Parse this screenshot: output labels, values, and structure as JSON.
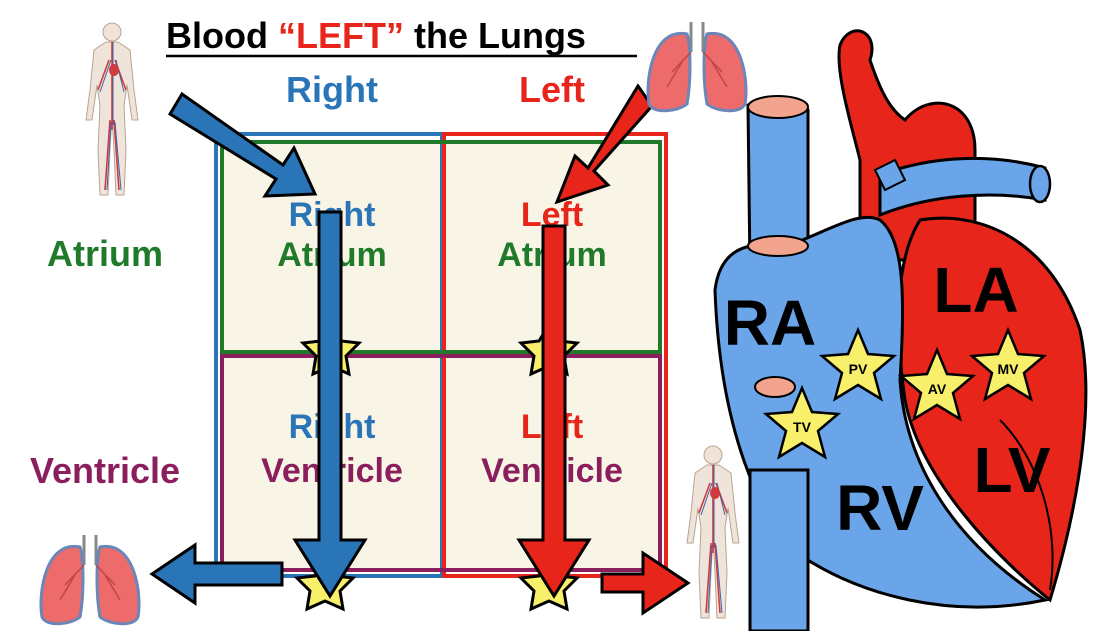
{
  "title": {
    "part1": "Blood ",
    "part2": "“LEFT”",
    "part3": " the Lungs"
  },
  "columns": {
    "right": "Right",
    "left": "Left"
  },
  "rows": {
    "atrium": "Atrium",
    "ventricle": "Ventricle"
  },
  "cells": {
    "right_atrium": [
      "Right",
      "Atrium"
    ],
    "left_atrium": [
      "Left",
      "Atrium"
    ],
    "right_ventricle": [
      "Right",
      "Ventricle"
    ],
    "left_ventricle": [
      "Left",
      "Ventricle"
    ]
  },
  "heart": {
    "chambers": {
      "ra": "RA",
      "la": "LA",
      "rv": "RV",
      "lv": "LV"
    },
    "valves": {
      "tv": "TV",
      "pv": "PV",
      "av": "AV",
      "mv": "MV"
    }
  },
  "colors": {
    "right": "#2a74b8",
    "left": "#e8251a",
    "atrium": "#1f7a2a",
    "ventricle": "#8b1f5e",
    "cell_fill": "#f8f4e6",
    "star": "#f8ef6a"
  }
}
